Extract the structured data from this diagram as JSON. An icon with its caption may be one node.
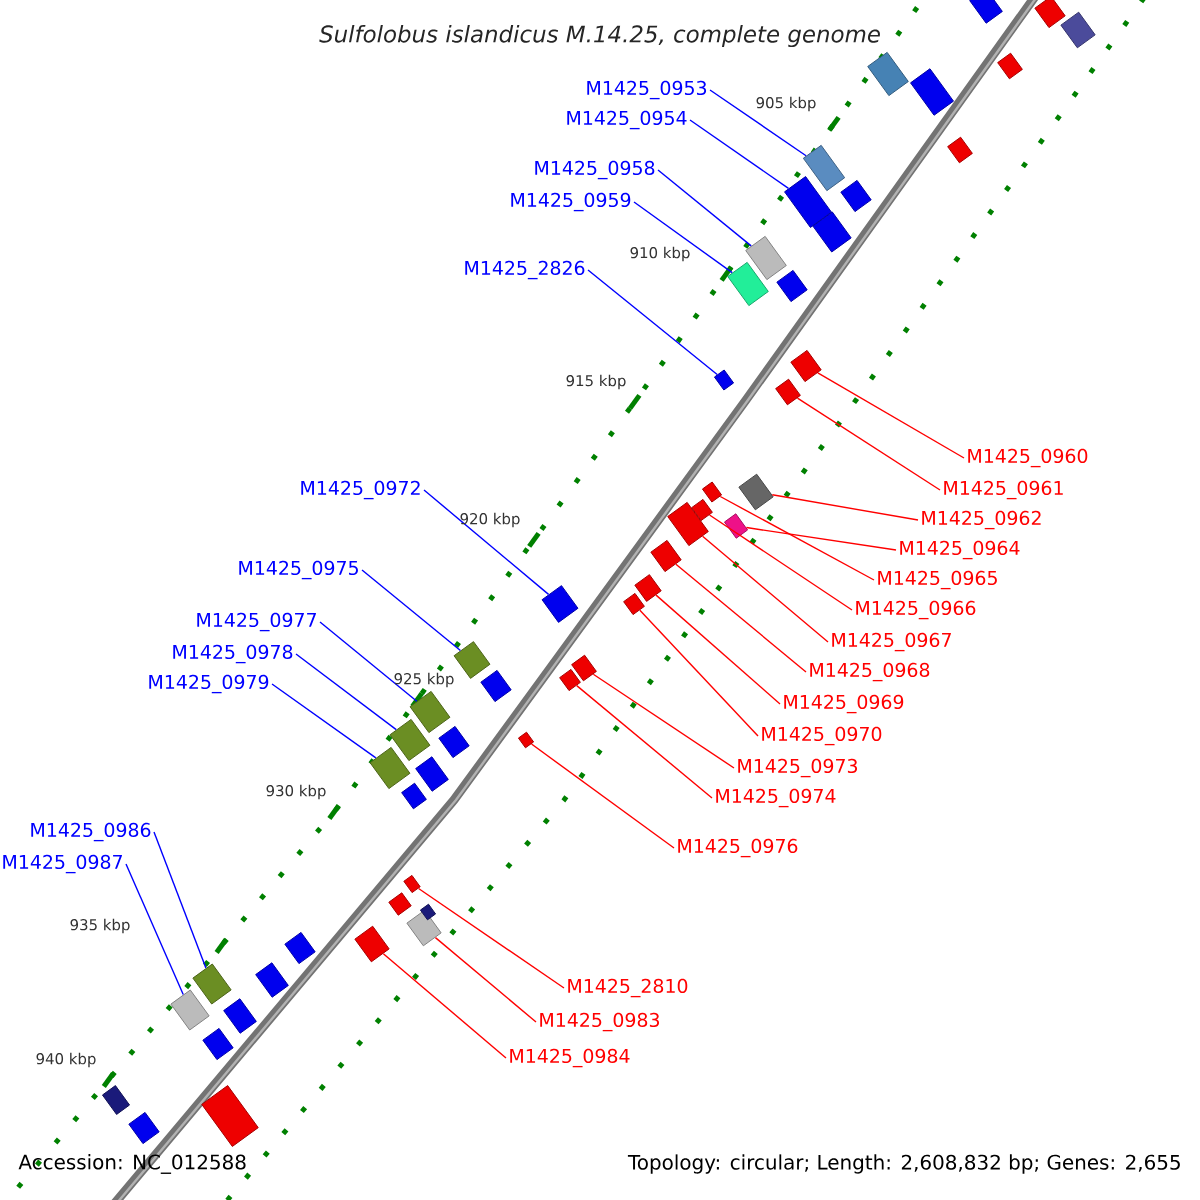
{
  "diagram": {
    "title": "Sulfolobus islandicus M.14.25, complete genome",
    "nodes": [
      {
        "text": [
          "M1425_0953"
        ]
      },
      {
        "text": [
          "M1425_0954"
        ]
      },
      {
        "text": [
          "M1425_0958"
        ]
      },
      {
        "text": [
          "M1425_0959"
        ]
      },
      {
        "text": [
          "M1425_2826"
        ]
      },
      {
        "text": [
          "M1425_0972"
        ]
      },
      {
        "text": [
          "M1425_0975"
        ]
      },
      {
        "text": [
          "M1425_0977"
        ]
      },
      {
        "text": [
          "M1425_0978"
        ]
      },
      {
        "text": [
          "M1425_0979"
        ]
      },
      {
        "text": [
          "M1425_0986"
        ]
      },
      {
        "text": [
          "M1425_0987"
        ]
      },
      {
        "text": [
          "M1425_0960"
        ]
      },
      {
        "text": [
          "M1425_0961"
        ]
      },
      {
        "text": [
          "M1425_0962"
        ]
      },
      {
        "text": [
          "M1425_0964"
        ]
      },
      {
        "text": [
          "M1425_0965"
        ]
      },
      {
        "text": [
          "M1425_0966"
        ]
      },
      {
        "text": [
          "M1425_0967"
        ]
      },
      {
        "text": [
          "M1425_0968"
        ]
      },
      {
        "text": [
          "M1425_0969"
        ]
      },
      {
        "text": [
          "M1425_0970"
        ]
      },
      {
        "text": [
          "M1425_0973"
        ]
      },
      {
        "text": [
          "M1425_0974"
        ]
      },
      {
        "text": [
          "M1425_0976"
        ]
      },
      {
        "text": [
          "M1425_2810"
        ]
      },
      {
        "text": [
          "M1425_0983"
        ]
      },
      {
        "text": [
          "M1425_0984"
        ]
      },
      {
        "text": [],
        "shape": "box"
      },
      {
        "text": [],
        "shape": "box"
      },
      {
        "text": [],
        "shape": "box"
      },
      {
        "text": [],
        "shape": "box"
      },
      {
        "text": [],
        "shape": "box"
      },
      {
        "text": [],
        "shape": "box"
      },
      {
        "text": [],
        "shape": "box"
      },
      {
        "text": [],
        "shape": "box"
      },
      {
        "text": [],
        "shape": "box"
      },
      {
        "text": [],
        "shape": "box"
      },
      {
        "text": [],
        "shape": "box"
      },
      {
        "text": [],
        "shape": "box"
      },
      {
        "text": [],
        "shape": "box"
      },
      {
        "text": [],
        "shape": "box"
      },
      {
        "text": [],
        "shape": "box"
      },
      {
        "text": [],
        "shape": "box"
      },
      {
        "text": [],
        "shape": "box"
      },
      {
        "text": [],
        "shape": "box"
      },
      {
        "text": [],
        "shape": "box"
      },
      {
        "text": [],
        "shape": "box"
      },
      {
        "text": [],
        "shape": "box"
      },
      {
        "text": [],
        "shape": "box"
      },
      {
        "text": [],
        "shape": "box"
      },
      {
        "text": [],
        "shape": "box"
      },
      {
        "text": [],
        "shape": "box"
      },
      {
        "text": [],
        "shape": "box"
      },
      {
        "text": [],
        "shape": "box"
      },
      {
        "text": [],
        "shape": "box"
      },
      {
        "text": [],
        "shape": "box"
      },
      {
        "text": [],
        "shape": "box"
      },
      {
        "text": [],
        "shape": "box"
      },
      {
        "text": [],
        "shape": "box"
      },
      {
        "text": [],
        "shape": "box"
      },
      {
        "text": [],
        "shape": "box"
      },
      {
        "text": [],
        "shape": "box"
      },
      {
        "text": [],
        "shape": "box"
      },
      {
        "text": [],
        "shape": "box"
      },
      {
        "text": [],
        "shape": "box"
      },
      {
        "text": [],
        "shape": "box"
      },
      {
        "text": [],
        "shape": "box"
      },
      {
        "text": [],
        "shape": "box"
      },
      {
        "text": [],
        "shape": "box"
      },
      {
        "text": [],
        "shape": "box"
      },
      {
        "text": [],
        "shape": "box"
      },
      {
        "text": [],
        "shape": "box"
      },
      {
        "text": [],
        "shape": "box"
      },
      {
        "text": [],
        "shape": "box"
      },
      {
        "text": [],
        "shape": "box"
      },
      {
        "text": [],
        "shape": "box"
      },
      {
        "text": [],
        "shape": "box"
      },
      {
        "text": [],
        "shape": "box"
      }
    ],
    "edges": [
      {
        "from": 0,
        "to": 28,
        "arrow": "none",
        "color": "#0000ff"
      },
      {
        "from": 1,
        "to": 29,
        "arrow": "none",
        "color": "#0000ff"
      },
      {
        "from": 2,
        "to": 30,
        "arrow": "none",
        "color": "#0000ff"
      },
      {
        "from": 3,
        "to": 31,
        "arrow": "none",
        "color": "#0000ff"
      },
      {
        "from": 4,
        "to": 32,
        "arrow": "none",
        "color": "#0000ff"
      },
      {
        "from": 5,
        "to": 33,
        "arrow": "none",
        "color": "#0000ff"
      },
      {
        "from": 6,
        "to": 34,
        "arrow": "none",
        "color": "#0000ff"
      },
      {
        "from": 7,
        "to": 35,
        "arrow": "none",
        "color": "#0000ff"
      },
      {
        "from": 8,
        "to": 36,
        "arrow": "none",
        "color": "#0000ff"
      },
      {
        "from": 9,
        "to": 37,
        "arrow": "none",
        "color": "#0000ff"
      },
      {
        "from": 10,
        "to": 38,
        "arrow": "none",
        "color": "#0000ff"
      },
      {
        "from": 11,
        "to": 39,
        "arrow": "none",
        "color": "#0000ff"
      },
      {
        "from": 12,
        "to": 40,
        "arrow": "none"
      },
      {
        "from": 13,
        "to": 41,
        "arrow": "none"
      },
      {
        "from": 14,
        "to": 42,
        "arrow": "none"
      },
      {
        "from": 15,
        "to": 43,
        "arrow": "none"
      },
      {
        "from": 16,
        "to": 44,
        "arrow": "none"
      },
      {
        "from": 17,
        "to": 45,
        "arrow": "none"
      },
      {
        "from": 18,
        "to": 46,
        "arrow": "none"
      },
      {
        "from": 19,
        "to": 47,
        "arrow": "none"
      },
      {
        "from": 20,
        "to": 48,
        "arrow": "none"
      },
      {
        "from": 21,
        "to": 49,
        "arrow": "none"
      },
      {
        "from": 22,
        "to": 50,
        "arrow": "none"
      },
      {
        "from": 23,
        "to": 51,
        "arrow": "none"
      },
      {
        "from": 24,
        "to": 52,
        "arrow": "none"
      },
      {
        "from": 25,
        "to": 53,
        "arrow": "none"
      },
      {
        "from": 26,
        "to": 54,
        "arrow": "none"
      },
      {
        "from": 27,
        "to": 55,
        "arrow": "none"
      }
    ],
    "labels": [
      "905 kbp",
      "910 kbp",
      "915 kbp",
      "920 kbp",
      "925 kbp",
      "930 kbp",
      "935 kbp",
      "940 kbp",
      "Accession: NC_012588",
      "Topology: circular; Length: 2,608,832 bp; Genes: 2,655"
    ]
  }
}
